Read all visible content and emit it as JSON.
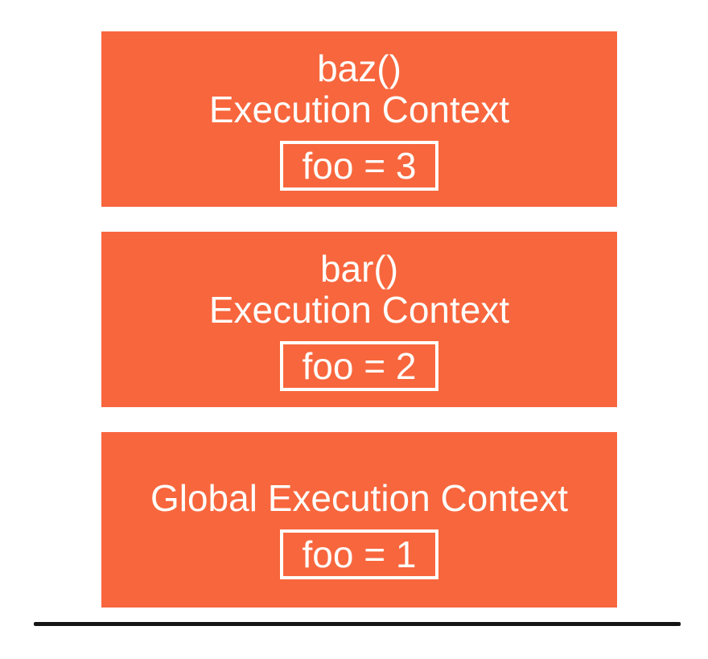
{
  "colors": {
    "page_background": "#ffffff",
    "frame_fill": "#f8663d",
    "frame_text": "#fefefc",
    "variable_border": "#fefefc",
    "base_line": "#151515"
  },
  "frames": [
    {
      "function_name": "baz()",
      "context_label": "Execution Context",
      "variable": "foo = 3"
    },
    {
      "function_name": "bar()",
      "context_label": "Execution Context",
      "variable": "foo = 2"
    },
    {
      "context_label": "Global Execution Context",
      "variable": "foo = 1"
    }
  ]
}
